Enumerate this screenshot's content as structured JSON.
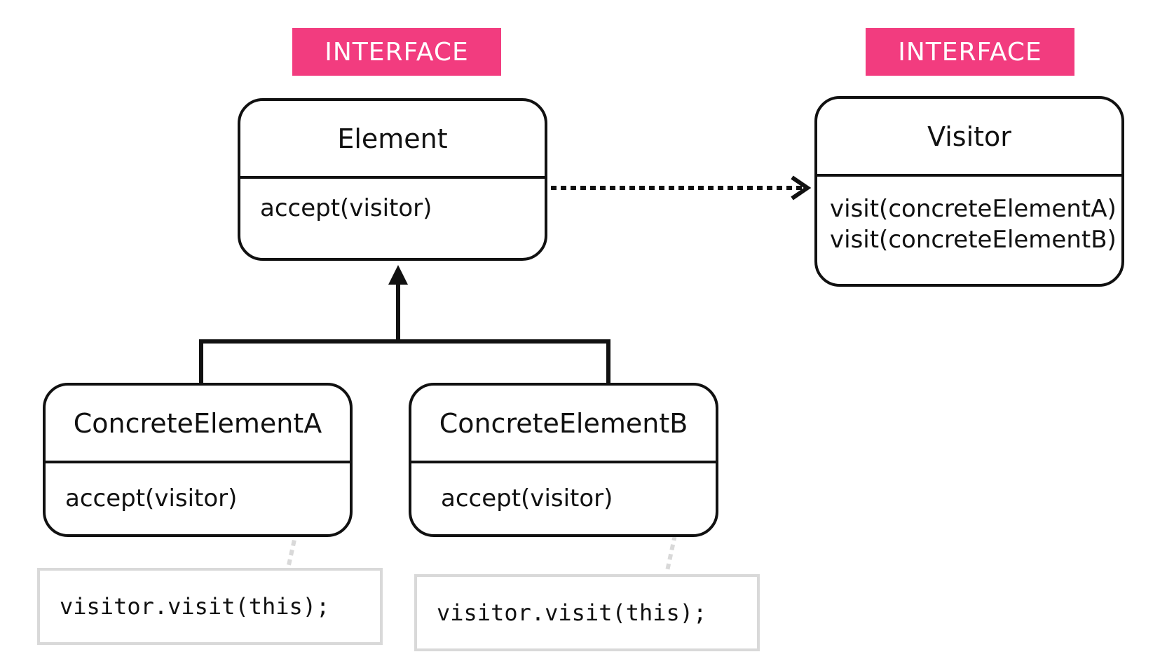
{
  "element_interface": {
    "stereotype": "INTERFACE",
    "name": "Element",
    "methods": [
      "accept(visitor)"
    ]
  },
  "visitor_interface": {
    "stereotype": "INTERFACE",
    "name": "Visitor",
    "methods": [
      "visit(concreteElementA)",
      "visit(concreteElementB)"
    ]
  },
  "concrete_element_a": {
    "name": "ConcreteElementA",
    "methods": [
      "accept(visitor)"
    ],
    "note": "visitor.visit(this);"
  },
  "concrete_element_b": {
    "name": "ConcreteElementB",
    "methods": [
      "accept(visitor)"
    ],
    "note": "visitor.visit(this);"
  },
  "colors": {
    "stereotype_bg": "#f23c7f",
    "stereotype_text": "#ffffff",
    "outline": "#111111",
    "note_border": "#d9d9d9"
  }
}
